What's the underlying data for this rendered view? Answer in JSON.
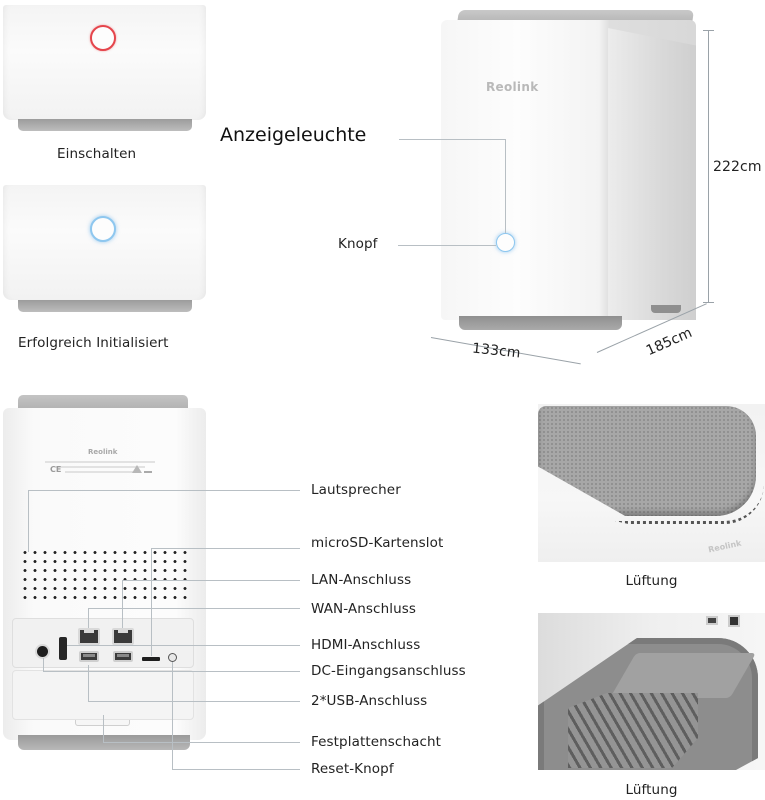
{
  "status_views": [
    {
      "label": "Einschalten",
      "led_color": "#e5454c",
      "led_state": "red-ring"
    },
    {
      "label": "Erfolgreich Initialisiert",
      "led_color": "#8ec7ef",
      "led_state": "blue-ring"
    }
  ],
  "front_view": {
    "brand": "Reolink",
    "callouts": {
      "indicator_light": "Anzeigeleuchte",
      "button": "Knopf"
    },
    "dimensions": {
      "height": "222cm",
      "width": "133cm",
      "depth": "185cm"
    }
  },
  "back_view": {
    "brand": "Reolink",
    "certification_mark": "CE",
    "callouts": [
      "Lautsprecher",
      "microSD-Kartenslot",
      "LAN-Anschluss",
      "WAN-Anschluss",
      "HDMI-Anschluss",
      "DC-Eingangsanschluss",
      "2*USB-Anschluss",
      "Festplattenschacht",
      "Reset-Knopf"
    ]
  },
  "ventilation_views": [
    {
      "label": "Lüftung",
      "brand": "Reolink",
      "view": "top"
    },
    {
      "label": "Lüftung",
      "view": "bottom"
    }
  ],
  "colors": {
    "device_body": "#f8f8f8",
    "device_trim": "#a8a8a8",
    "leader_line": "#b8bfc4",
    "text": "#222222"
  }
}
